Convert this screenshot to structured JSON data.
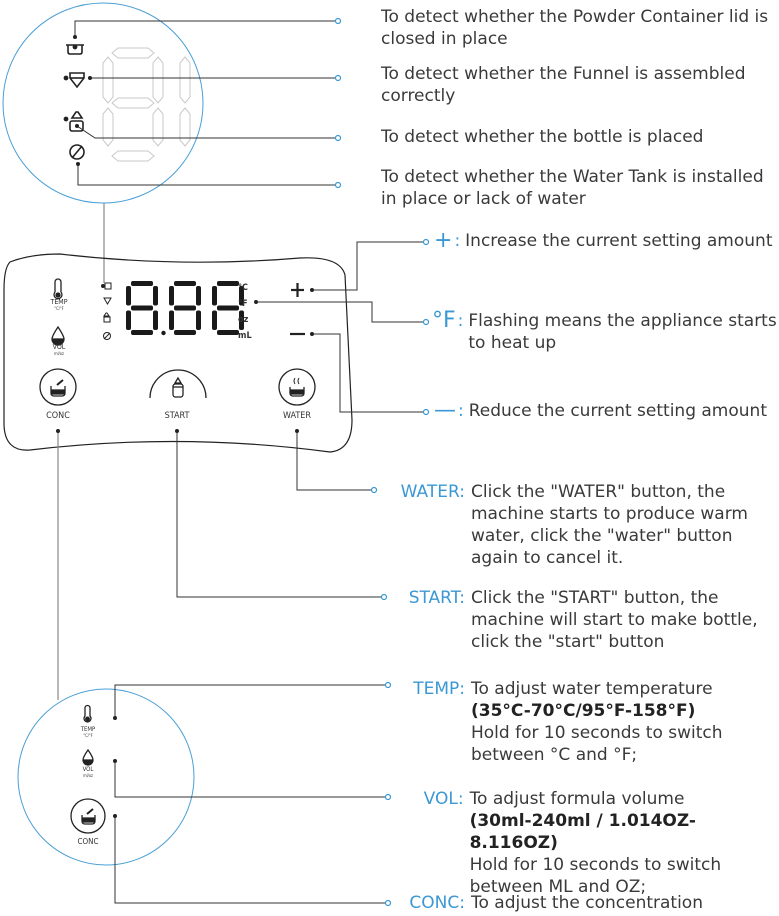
{
  "accent_color": "#3a98d4",
  "line_color": "#333333",
  "indicator_descriptions": [
    {
      "icon": "powder-container-lid-icon",
      "text": "To detect whether the Powder Container lid is closed in place"
    },
    {
      "icon": "funnel-icon",
      "text": "To detect whether the Funnel is assembled correctly"
    },
    {
      "icon": "bottle-placed-icon",
      "text": "To detect whether the bottle is placed"
    },
    {
      "icon": "water-tank-icon",
      "text": "To detect whether the Water Tank is installed in place or lack of water"
    }
  ],
  "panel": {
    "display_value": "8.88",
    "units": [
      "°C",
      "°F",
      "oz",
      "mL"
    ],
    "temp_label": "TEMP",
    "temp_sub": "°C/°F",
    "vol_label": "VOL",
    "vol_sub": "ml/oz",
    "plus_symbol": "+",
    "minus_symbol": "−",
    "buttons": {
      "conc": "CONC",
      "start": "START",
      "water": "WATER"
    }
  },
  "controls": {
    "plus": {
      "symbol": "+",
      "colon": ":",
      "text": "Increase the current setting amount"
    },
    "fahrenheit": {
      "symbol": "°F",
      "colon": ":",
      "line1": "Flashing means the appliance starts",
      "line2": "to heat up"
    },
    "minus": {
      "symbol": "—",
      "colon": ":",
      "text": "Reduce the current setting amount"
    }
  },
  "buttons_desc": {
    "water": {
      "label": "WATER:",
      "lines": [
        "Click the \"WATER\" button, the",
        "machine starts to produce warm",
        "water, click the \"water\" button",
        "again to cancel it."
      ]
    },
    "start": {
      "label": "START:",
      "lines": [
        "Click the \"START\" button, the",
        "machine will start to make bottle,",
        "click the \"start\" button"
      ]
    },
    "temp": {
      "label": "TEMP:",
      "line1": "To adjust water temperature",
      "range": "(35°C-70°C/95°F-158°F)",
      "lines": [
        "Hold for 10 seconds to switch",
        "between °C and °F;"
      ]
    },
    "vol": {
      "label": "VOL:",
      "line1": "To adjust formula volume",
      "range": "(30ml-240ml / 1.014OZ-8.116OZ)",
      "lines": [
        "Hold for 10 seconds to switch",
        "between ML and OZ;"
      ]
    },
    "conc": {
      "label": "CONC:",
      "text": "To adjust the concentration"
    }
  },
  "zoom_bottom": {
    "temp_label": "TEMP",
    "temp_sub": "°C/°F",
    "vol_label": "VOL",
    "vol_sub": "ml/oz",
    "conc_label": "CONC"
  }
}
